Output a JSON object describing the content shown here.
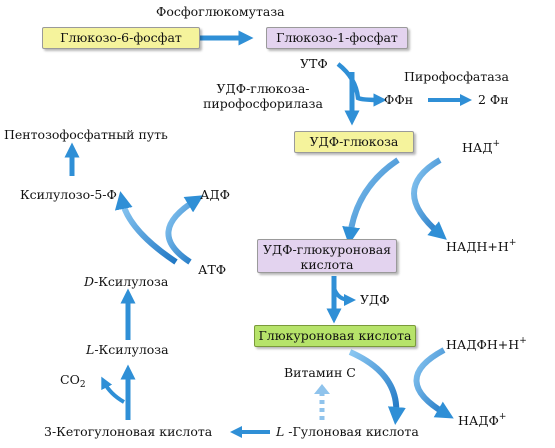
{
  "enzymes": {
    "phosphoglucomutase": "Фосфоглюкомутаза",
    "udp_glucose_pyrophosphorylase_1": "УДФ-глюкоза-",
    "udp_glucose_pyrophosphorylase_2": "пирофосфорилаза",
    "pyrophosphatase": "Пирофосфатаза"
  },
  "metabolites": {
    "glucose6p": "Глюкозо-6-фосфат",
    "glucose1p": "Глюкозо-1-фосфат",
    "udp_glucose": "УДФ-глюкоза",
    "udp_glucuronic_1": "УДФ-глюкуроновая",
    "udp_glucuronic_2": "кислота",
    "glucuronic": "Глюкуроновая кислота",
    "l_gulonic_prefix": "L",
    "l_gulonic": " -Гулоновая кислота",
    "ketogulonic": "3-Кетогулоновая кислота",
    "l_xylulose_prefix": "L",
    "l_xylulose": "-Ксилулоза",
    "d_xylulose_prefix": "D",
    "d_xylulose": "-Ксилулоза",
    "xylulose5p": "Ксилулозо-5-Ф",
    "pentose_path": "Пентозофосфатный путь",
    "vitamin_c": "Витамин С"
  },
  "cofactors": {
    "utp": "УТФ",
    "ppi": "ФФн",
    "two_pi": "2 Фн",
    "nad": "НАД",
    "nad_sup": "+",
    "nadh": "НАДН+Н",
    "nadh_sup": "+",
    "udp": "УДФ",
    "nadph": "НАДФН+Н",
    "nadph_sup": "+",
    "nadp": "НАДФ",
    "nadp_sup": "+",
    "co2": "СО",
    "co2_sub": "2",
    "adp": "АДФ",
    "atp": "АТФ"
  },
  "colors": {
    "arrow": "#2f8fd6",
    "box_yellow": "#f5f39c",
    "box_purple": "#e3d3ef",
    "box_green": "#b6e36a"
  }
}
